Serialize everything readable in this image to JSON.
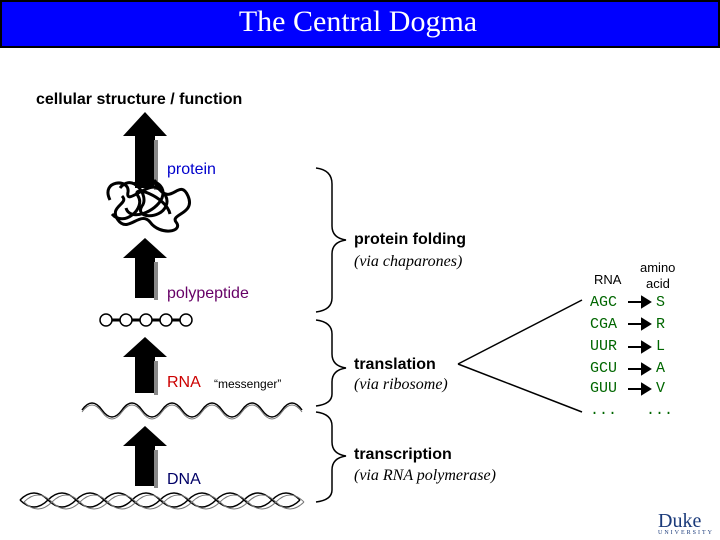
{
  "title": "The Central Dogma",
  "levels": {
    "function": "cellular structure / function",
    "protein": "protein",
    "polypeptide": "polypeptide",
    "rna": "RNA",
    "messenger": "“messenger”",
    "dna": "DNA"
  },
  "processes": {
    "folding": {
      "name": "protein folding",
      "via": "(via chaparones)"
    },
    "translation": {
      "name": "translation",
      "via": "(via ribosome)"
    },
    "transcription": {
      "name": "transcription",
      "via": "(via RNA polymerase)"
    }
  },
  "code_table": {
    "rna_header": "RNA",
    "amino_header_1": "amino",
    "amino_header_2": "acid",
    "rows": [
      {
        "codon": "AGC",
        "aa": "S"
      },
      {
        "codon": "CGA",
        "aa": "R"
      },
      {
        "codon": "UUR",
        "aa": "L"
      },
      {
        "codon": "GCU",
        "aa": "A"
      },
      {
        "codon": "GUU",
        "aa": "V"
      },
      {
        "codon": "...",
        "aa": "..."
      }
    ]
  },
  "logo": {
    "name": "Duke",
    "sub": "UNIVERSITY"
  },
  "colors": {
    "title_bg": "#0000ff",
    "protein": "#0000cc",
    "polypeptide": "#660066",
    "rna": "#cc0000",
    "dna": "#000066",
    "code": "#006600",
    "logo": "#1a3a7a"
  }
}
